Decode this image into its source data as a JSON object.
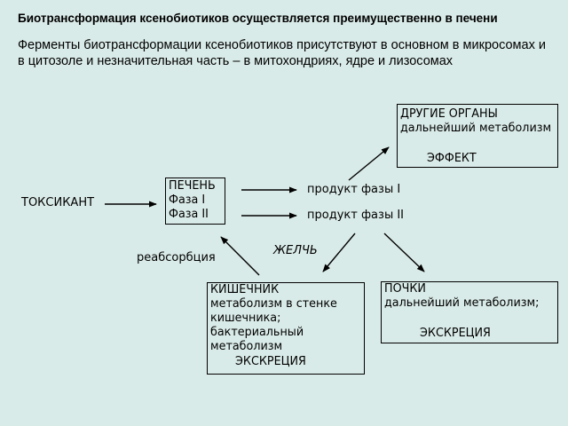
{
  "title": "Биотрансформация ксенобиотиков осуществляется преимущественно в печени",
  "paragraph": "Ферменты биотрансформации ксенобиотиков присутствуют в основном в микросомах и в цитозоле и незначительная часть – в митохондриях, ядре и лизосомах",
  "toxicant": "ТОКСИКАНТ",
  "liver": {
    "title": "ПЕЧЕНЬ",
    "phase1": "Фаза I",
    "phase2": "Фаза II"
  },
  "product1": "продукт фазы I",
  "product2": "продукт фазы II",
  "other_organs": {
    "title": "ДРУГИЕ ОРГАНЫ",
    "line2": "дальнейший метаболизм",
    "effect": "ЭФФЕКТ"
  },
  "bile": "ЖЕЛЧЬ",
  "reabsorption": "реабсорбция",
  "intestine": {
    "title": "КИШЕЧНИК",
    "line2": "метаболизм в стенке",
    "line3": "кишечника;",
    "line4": "бактериальный",
    "line5": "метаболизм",
    "excretion": "ЭКСКРЕЦИЯ"
  },
  "kidneys": {
    "title": "ПОЧКИ",
    "line2": "дальнейший метаболизм;",
    "excretion": "ЭКСКРЕЦИЯ"
  },
  "colors": {
    "background": "#d9ebe8",
    "ink": "#000000"
  }
}
